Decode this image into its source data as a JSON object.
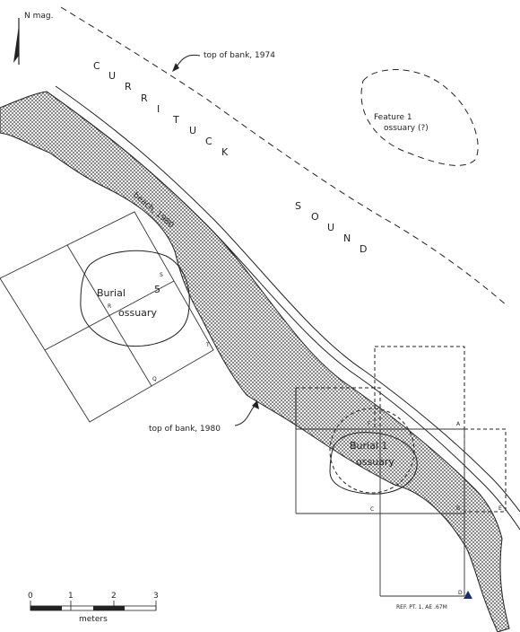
{
  "north_arrow": {
    "label": "N mag."
  },
  "water_body": {
    "letters_word1": [
      "C",
      "U",
      "R",
      "R",
      "I",
      "T",
      "U",
      "C",
      "K"
    ],
    "letters_word2": [
      "S",
      "O",
      "U",
      "N",
      "D"
    ]
  },
  "labels": {
    "top_of_bank_1974": "top of bank, 1974",
    "top_of_bank_1980": "top of bank, 1980",
    "beach_1980": "beach, 1980",
    "feature1_line1": "Feature 1",
    "feature1_line2": "ossuary (?)",
    "burial5_word": "Burial",
    "burial5_num": "5",
    "burial5_sub": "ossuary",
    "burial1_word": "Burial 1",
    "burial1_sub": "ossuary",
    "ref_point": "REF. PT. 1, AE .67M"
  },
  "stakes": {
    "burial5": [
      "S",
      "R",
      "T",
      "Q"
    ],
    "burial1": [
      "F",
      "A",
      "C",
      "B",
      "E",
      "D"
    ]
  },
  "scale_bar": {
    "ticks": [
      "0",
      "1",
      "2",
      "3"
    ],
    "unit": "meters"
  },
  "colors": {
    "ink": "#222222",
    "paper": "#ffffff"
  }
}
